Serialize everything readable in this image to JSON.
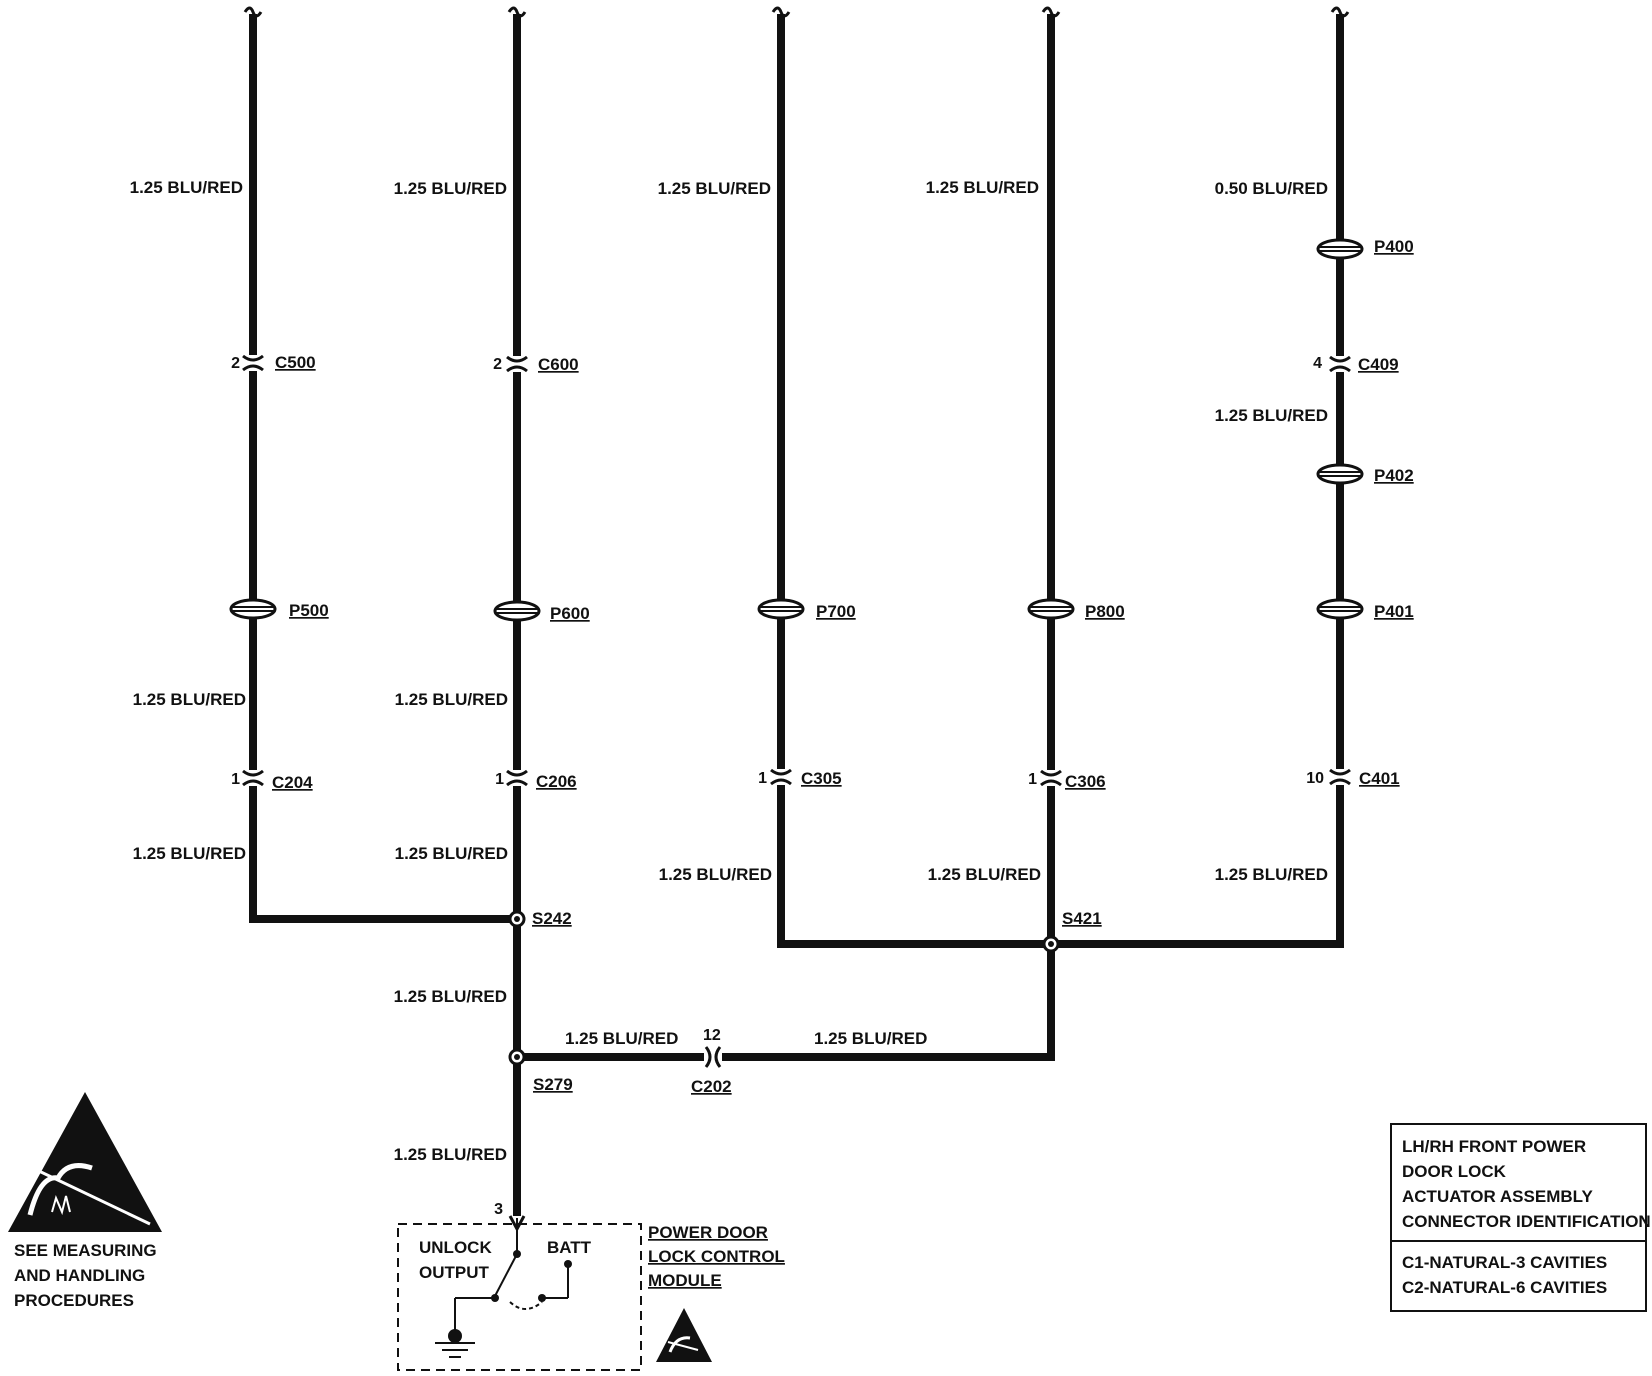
{
  "columns": [
    {
      "id": "c1",
      "wire_top": "1.25 BLU/RED",
      "conn_top": "C500",
      "conn_top_pin": "2",
      "splice_conn": "P500",
      "wire_mid": "1.25 BLU/RED",
      "conn_bottom": "C204",
      "conn_bottom_pin": "1",
      "wire_bottom": "1.25 BLU/RED"
    },
    {
      "id": "c2",
      "wire_top": "1.25 BLU/RED",
      "conn_top": "C600",
      "conn_top_pin": "2",
      "splice_conn": "P600",
      "wire_mid": "1.25 BLU/RED",
      "conn_bottom": "C206",
      "conn_bottom_pin": "1",
      "wire_bottom": "1.25 BLU/RED"
    },
    {
      "id": "c3",
      "wire_top": "1.25 BLU/RED",
      "splice_conn": "P700",
      "conn_bottom": "C305",
      "conn_bottom_pin": "1",
      "wire_bottom": "1.25 BLU/RED"
    },
    {
      "id": "c4",
      "wire_top": "1.25 BLU/RED",
      "splice_conn": "P800",
      "conn_bottom": "C306",
      "conn_bottom_pin": "1",
      "wire_bottom": "1.25 BLU/RED"
    },
    {
      "id": "c5",
      "wire_top": "0.50 BLU/RED",
      "p_top": "P400",
      "conn_top": "C409",
      "conn_top_pin": "4",
      "wire_mid": "1.25 BLU/RED",
      "p_mid": "P402",
      "splice_conn": "P401",
      "conn_bottom": "C401",
      "conn_bottom_pin": "10",
      "wire_bottom": "1.25 BLU/RED"
    }
  ],
  "splices": {
    "s242": "S242",
    "s421": "S421",
    "s279": "S279"
  },
  "wires": {
    "s242_to_s279": "1.25 BLU/RED",
    "s279_to_c202": "1.25 BLU/RED",
    "c202_to_s421": "1.25 BLU/RED",
    "s279_to_module": "1.25 BLU/RED"
  },
  "c202": {
    "name": "C202",
    "pin": "12"
  },
  "module": {
    "pin": "3",
    "unlock_line1": "UNLOCK",
    "unlock_line2": "OUTPUT",
    "batt": "BATT",
    "name_line1": "POWER DOOR",
    "name_line2": "LOCK CONTROL",
    "name_line3": "MODULE"
  },
  "esd_note": {
    "line1": "SEE MEASURING",
    "line2": "AND HANDLING",
    "line3": "PROCEDURES"
  },
  "connector_id_box": {
    "title_line1": "LH/RH FRONT POWER",
    "title_line2": "DOOR LOCK",
    "title_line3": "ACTUATOR ASSEMBLY",
    "title_line4": "CONNECTOR IDENTIFICATION",
    "c1": "C1-NATURAL-3 CAVITIES",
    "c2": "C2-NATURAL-6 CAVITIES"
  }
}
